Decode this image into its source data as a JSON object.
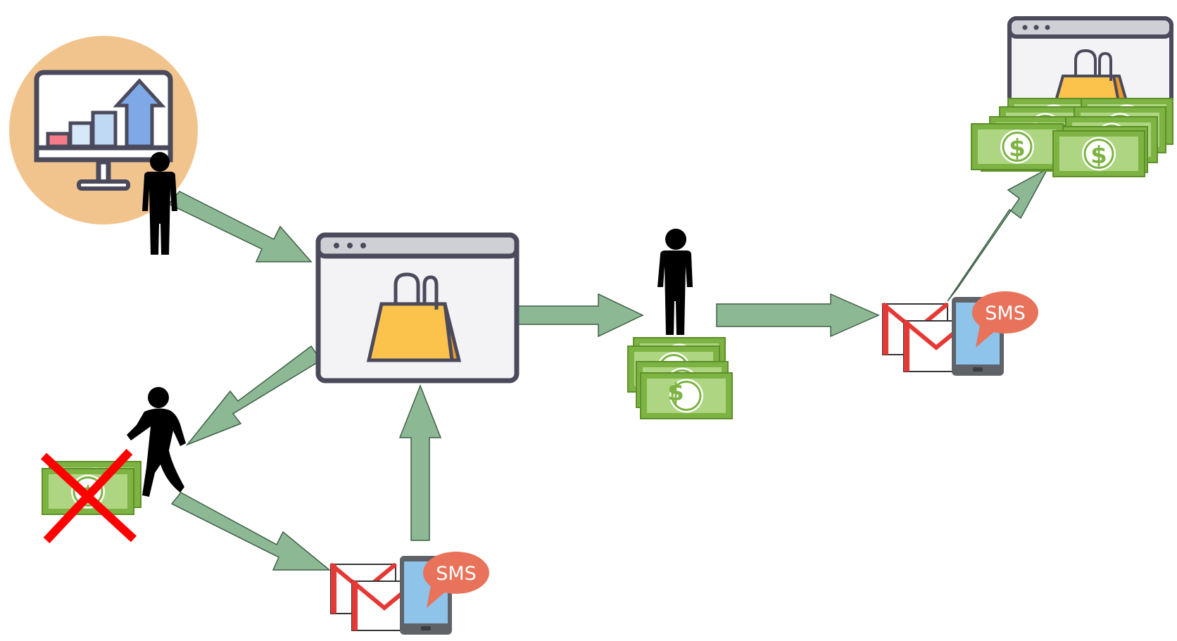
{
  "sms_bubbles": [
    {
      "label": "SMS"
    },
    {
      "label": "SMS"
    }
  ],
  "cash_symbol": "$",
  "colors": {
    "arrow": "#8DB894",
    "cash_dark": "#7CB342",
    "cash_light": "#AED581",
    "bag": "#FBC34B",
    "bag_shadow": "#E89A2E",
    "window_bg": "#F3F3F6",
    "window_bar": "#CFCFD6",
    "outline": "#4A4A5C",
    "analytics_circle": "#F2C48D",
    "sms_bubble": "#E8735A",
    "phone_screen": "#8EC3EA",
    "mail_red": "#E53935",
    "cross_red": "#FF0000"
  },
  "nodes": [
    {
      "name": "analytics-visitor",
      "icon": "analytics-monitor-icon"
    },
    {
      "name": "shop-window",
      "icon": "shopping-bag-icon"
    },
    {
      "name": "buyer-with-cash",
      "icon": "person-icon"
    },
    {
      "name": "mail-sms-confirmation",
      "icon": "gmail-sms-icon"
    },
    {
      "name": "shop-with-revenue",
      "icon": "cash-stack-icon"
    },
    {
      "name": "abandoning-visitor",
      "icon": "walking-person-icon"
    },
    {
      "name": "no-payment",
      "icon": "crossed-cash-icon"
    },
    {
      "name": "mail-sms-reminder",
      "icon": "gmail-sms-icon"
    }
  ]
}
